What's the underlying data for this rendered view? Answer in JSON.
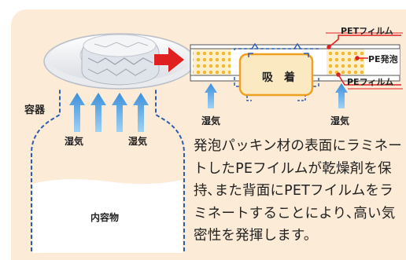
{
  "labels": {
    "container": "容器",
    "moisture_left": "湿気",
    "moisture_right": "湿気",
    "contents": "内容物",
    "absorption": "吸　着",
    "moisture_bottom_left": "湿気",
    "moisture_bottom_right": "湿気",
    "pet_film_top": "PETフィルム",
    "pe_foam": "PE発泡",
    "pe_film_bottom": "PEフィルム"
  },
  "description": "発泡パッキン材の表面にラミネートしたPEフイルムが乾燥剤を保持､また背面にPETフイルムをラミネートすることにより､高い気密性を発揮します。",
  "colors": {
    "background": "#fcebd6",
    "dashed_blue": "#2f5db2",
    "arrow_blue": "#5aaae6",
    "red": "#e02020",
    "desiccant_fill": "#fbe9c2",
    "desiccant_border": "#f0a020",
    "foam_dots": "#f3b930"
  }
}
